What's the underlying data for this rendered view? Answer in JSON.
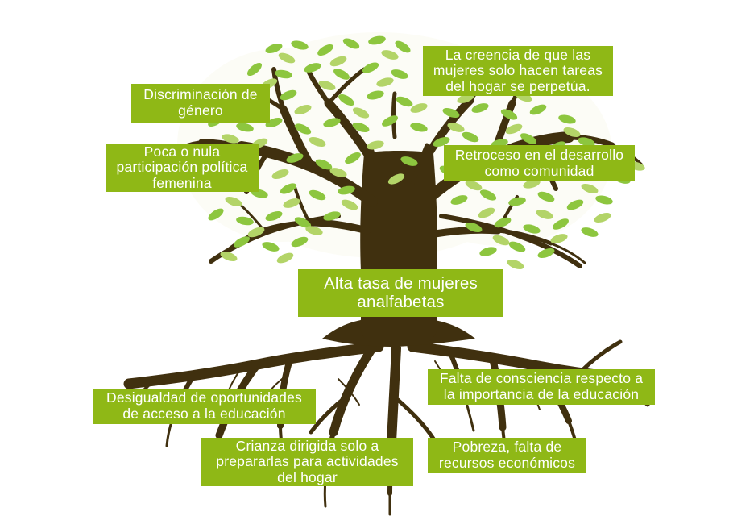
{
  "diagram": {
    "type": "problem-tree",
    "title": "Alta tasa de mujeres analfabetas",
    "background_color": "#ffffff",
    "box_color": "#8FB816",
    "box_text_color": "#ffffff",
    "trunk_color": "#40300F",
    "leaf_colors": [
      "#8DC63F",
      "#A9CB5B",
      "#C3DB8A"
    ],
    "central": {
      "label": "Alta tasa de mujeres analfabetas"
    },
    "effects": [
      {
        "id": "creencia",
        "label": "La creencia de que las mujeres solo hacen tareas del hogar se perpetúa."
      },
      {
        "id": "discriminacion",
        "label": "Discriminación de género"
      },
      {
        "id": "participacion",
        "label": "Poca o nula participación política femenina"
      },
      {
        "id": "retroceso",
        "label": "Retroceso en el desarrollo como comunidad"
      }
    ],
    "causes": [
      {
        "id": "consciencia",
        "label": "Falta de consciencia respecto a la importancia de la educación"
      },
      {
        "id": "desigualdad",
        "label": "Desigualdad de oportunidades de acceso a la educación"
      },
      {
        "id": "crianza",
        "label": "Crianza dirigida solo a prepararlas para actividades del hogar"
      },
      {
        "id": "pobreza",
        "label": "Pobreza, falta de recursos económicos"
      }
    ]
  }
}
